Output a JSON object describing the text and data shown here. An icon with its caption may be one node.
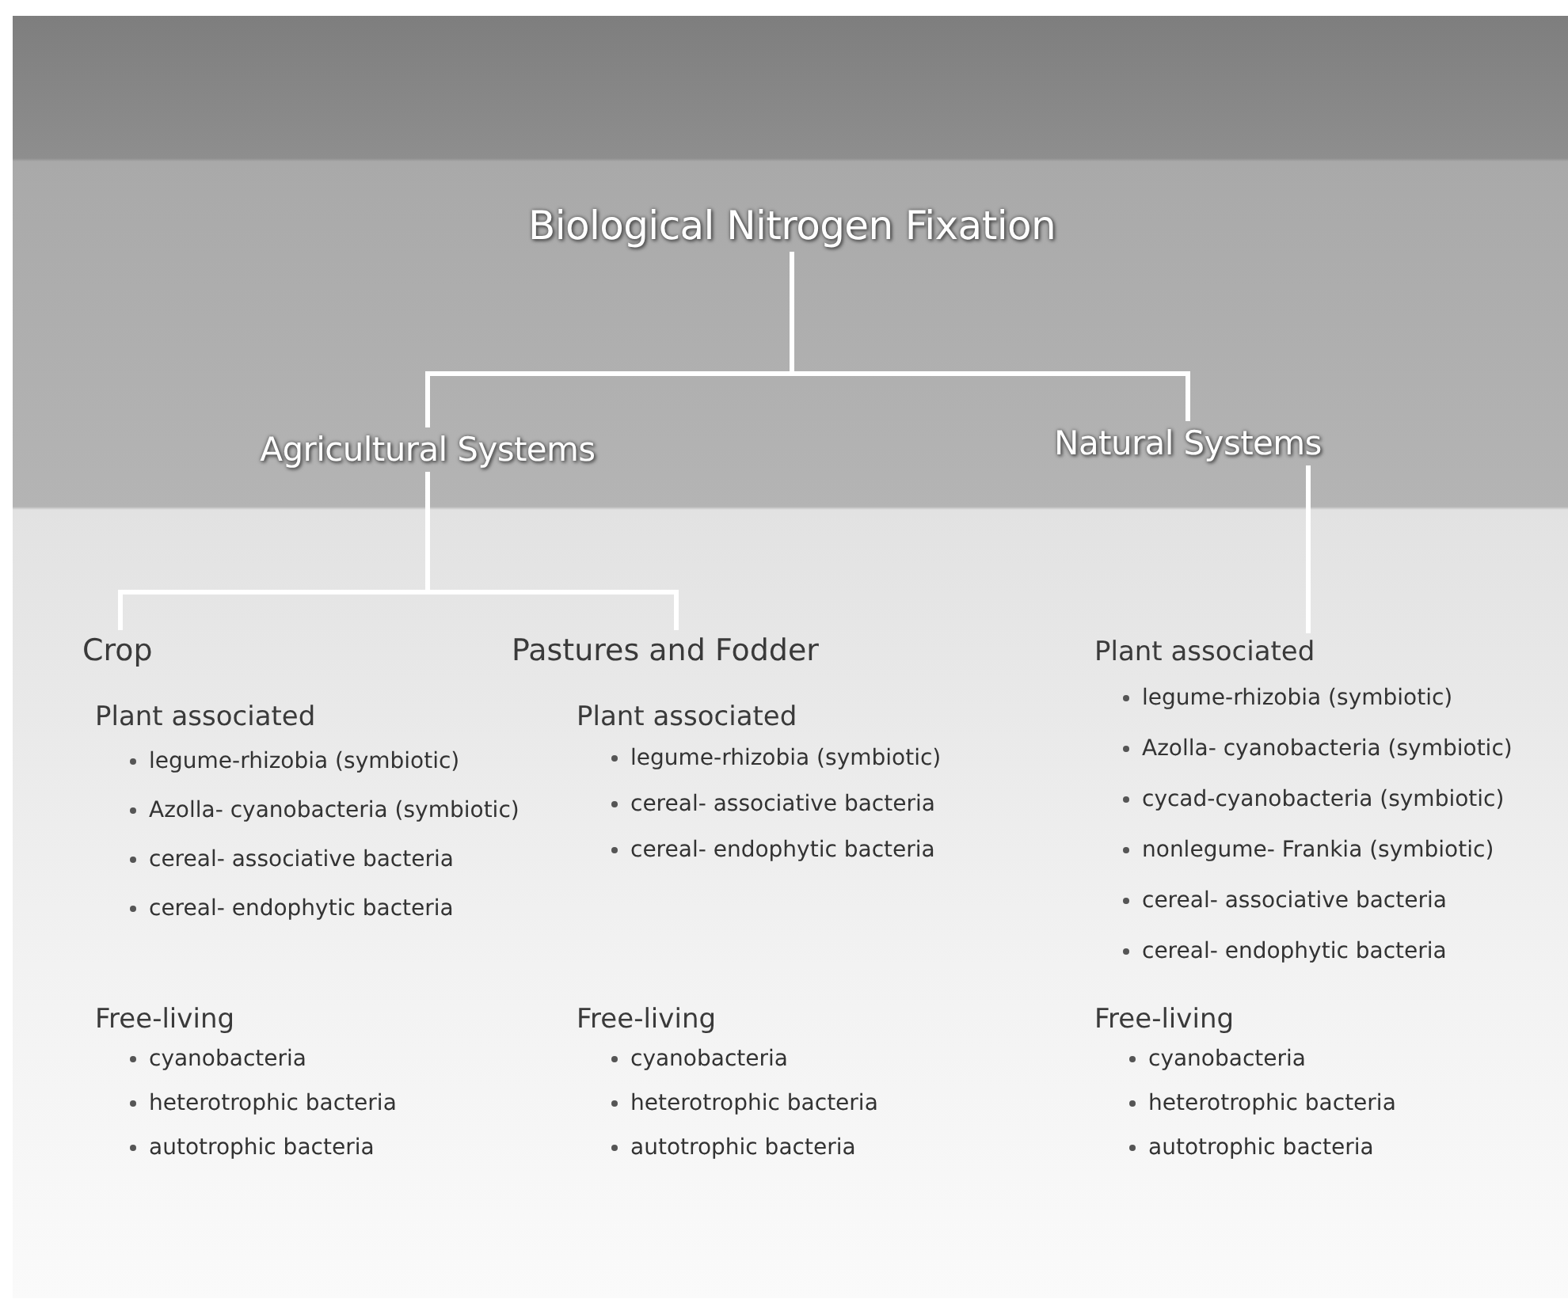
{
  "diagram": {
    "nodes": [
      {
        "text": [
          "Biological Nitrogen Fixation"
        ]
      },
      {
        "text": [
          "Agricultural Systems"
        ]
      },
      {
        "text": [
          "Natural Systems"
        ]
      },
      {
        "text": [
          "Crop"
        ]
      },
      {
        "text": [
          "Pastures and Fodder"
        ]
      },
      {
        "text": [
          "Plant associated",
          "legume-rhizobia (symbiotic)",
          "Azolla- cyanobacteria (symbiotic)",
          "cycad-cyanobacteria (symbiotic)",
          "nonlegume- Frankia (symbiotic)",
          "cereal- associative bacteria",
          "cereal- endophytic bacteria"
        ]
      },
      {
        "text": [
          "Plant associated",
          "legume-rhizobia (symbiotic)",
          "Azolla- cyanobacteria (symbiotic)",
          "cereal- associative bacteria",
          "cereal- endophytic bacteria"
        ]
      },
      {
        "text": [
          "Plant associated",
          "legume-rhizobia (symbiotic)",
          "cereal- associative bacteria",
          "cereal- endophytic bacteria"
        ]
      },
      {
        "text": [
          "Free-living",
          "cyanobacteria",
          "heterotrophic bacteria",
          "autotrophic bacteria"
        ]
      },
      {
        "text": [
          "Free-living",
          "cyanobacteria",
          "heterotrophic bacteria",
          "autotrophic bacteria"
        ]
      },
      {
        "text": [
          "Free-living",
          "cyanobacteria",
          "heterotrophic bacteria",
          "autotrophic bacteria"
        ]
      }
    ],
    "edges": [
      {
        "from": 0,
        "to": 1,
        "arrow": "none"
      },
      {
        "from": 0,
        "to": 2,
        "arrow": "none"
      },
      {
        "from": 1,
        "to": 3,
        "arrow": "none"
      },
      {
        "from": 1,
        "to": 4,
        "arrow": "none"
      },
      {
        "from": 2,
        "to": 5,
        "arrow": "none"
      }
    ]
  }
}
